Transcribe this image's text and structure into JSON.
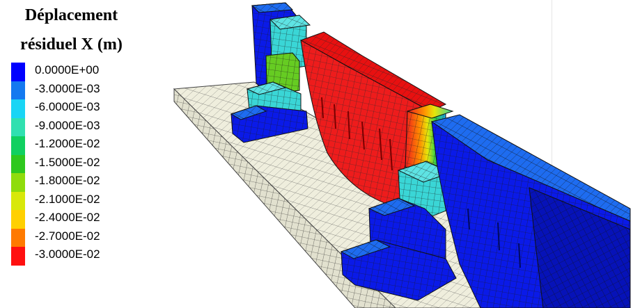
{
  "legend": {
    "title_line1": "Déplacement",
    "title_line2": "résiduel X (m)",
    "entries": [
      {
        "label": "0.0000E+00",
        "color": "#0000ff"
      },
      {
        "label": "-3.0000E-03",
        "color": "#1479f0"
      },
      {
        "label": "-6.0000E-03",
        "color": "#19d5f5"
      },
      {
        "label": "-9.0000E-03",
        "color": "#30e0b0"
      },
      {
        "label": "-1.2000E-02",
        "color": "#10d060"
      },
      {
        "label": "-1.5000E-02",
        "color": "#2ec81e"
      },
      {
        "label": "-1.8000E-02",
        "color": "#8fdc0c"
      },
      {
        "label": "-2.1000E-02",
        "color": "#d8e80a"
      },
      {
        "label": "-2.4000E-02",
        "color": "#ffd000"
      },
      {
        "label": "-2.7000E-02",
        "color": "#ff7a00"
      },
      {
        "label": "-3.0000E-02",
        "color": "#ff1010"
      }
    ]
  },
  "colors": {
    "ground_fill": "#efeedd",
    "mesh_line": "#3a3a3a",
    "max_displacement": "#ee1c1c",
    "zero_displacement": "#0a1ae8"
  }
}
